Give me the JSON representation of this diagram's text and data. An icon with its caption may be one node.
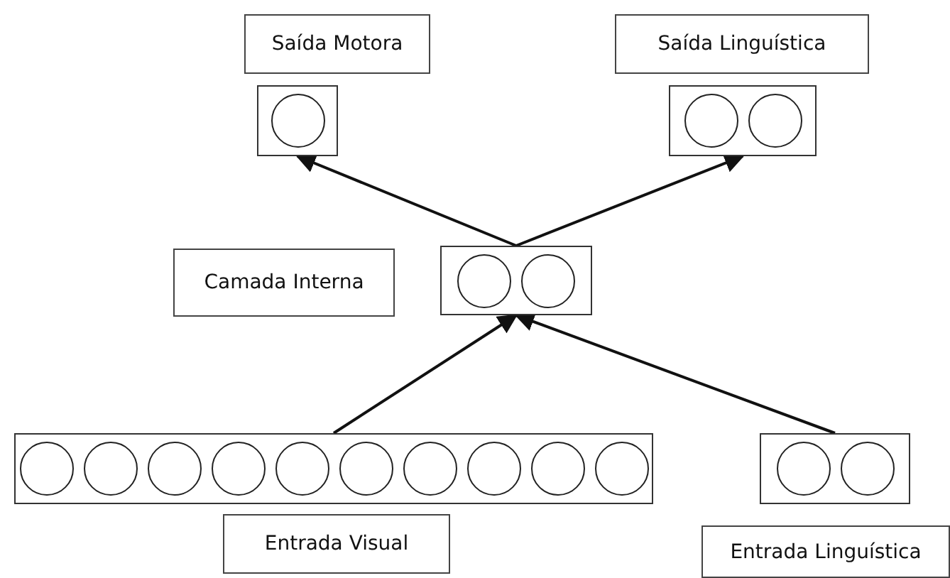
{
  "diagram": {
    "nodes": [
      {
        "text": [
          "Saída Motora"
        ]
      },
      {
        "text": [
          "Saída Linguística"
        ]
      },
      {
        "text": [],
        "shape": "box"
      },
      {
        "text": [],
        "shape": "circle",
        "in": 2
      },
      {
        "text": [],
        "shape": "box"
      },
      {
        "text": [],
        "shape": "circle",
        "in": 4
      },
      {
        "text": [],
        "shape": "circle",
        "in": 4
      },
      {
        "text": [
          "Camada Interna"
        ]
      },
      {
        "text": [],
        "shape": "box"
      },
      {
        "text": [],
        "shape": "circle",
        "in": 8
      },
      {
        "text": [],
        "shape": "circle",
        "in": 8
      },
      {
        "text": [],
        "shape": "box"
      },
      {
        "text": [],
        "shape": "circle",
        "in": 11
      },
      {
        "text": [],
        "shape": "circle",
        "in": 11
      },
      {
        "text": [],
        "shape": "circle",
        "in": 11
      },
      {
        "text": [],
        "shape": "circle",
        "in": 11
      },
      {
        "text": [],
        "shape": "circle",
        "in": 11
      },
      {
        "text": [],
        "shape": "circle",
        "in": 11
      },
      {
        "text": [],
        "shape": "circle",
        "in": 11
      },
      {
        "text": [],
        "shape": "circle",
        "in": 11
      },
      {
        "text": [],
        "shape": "circle",
        "in": 11
      },
      {
        "text": [],
        "shape": "circle",
        "in": 11
      },
      {
        "text": [],
        "shape": "box"
      },
      {
        "text": [],
        "shape": "circle",
        "in": 22
      },
      {
        "text": [],
        "shape": "circle",
        "in": 22
      },
      {
        "text": [
          "Entrada Visual"
        ]
      },
      {
        "text": [
          "Entrada Linguística"
        ]
      }
    ],
    "edges": [
      {
        "from": 8,
        "to": 2,
        "arrow": "to"
      },
      {
        "from": 8,
        "to": 4,
        "arrow": "to"
      },
      {
        "from": 11,
        "to": 8,
        "arrow": "to"
      },
      {
        "from": 22,
        "to": 8,
        "arrow": "to"
      }
    ]
  }
}
